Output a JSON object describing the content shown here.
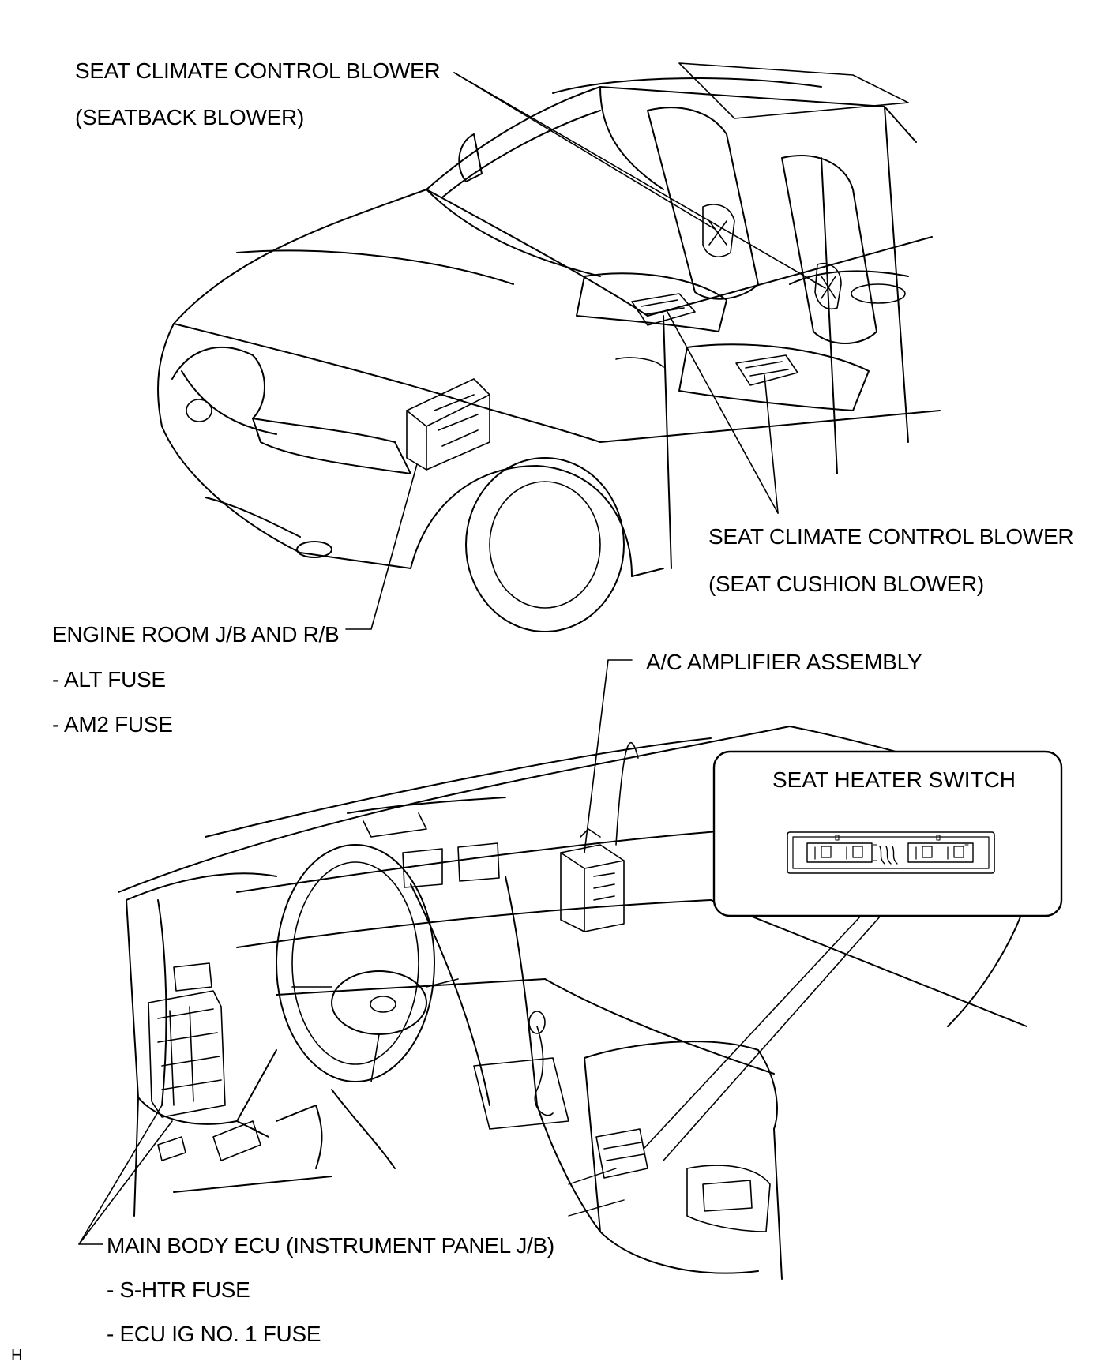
{
  "labels": {
    "seatback_blower_line1": "SEAT CLIMATE CONTROL BLOWER",
    "seatback_blower_line2": "(SEATBACK BLOWER)",
    "cushion_blower_line1": "SEAT CLIMATE CONTROL BLOWER",
    "cushion_blower_line2": "(SEAT CUSHION BLOWER)",
    "engine_room_jb": "ENGINE ROOM J/B AND R/B",
    "alt_fuse": "- ALT FUSE",
    "am2_fuse": "- AM2 FUSE",
    "ac_amplifier": "A/C AMPLIFIER ASSEMBLY",
    "seat_heater_switch": "SEAT HEATER SWITCH",
    "main_body_ecu": "MAIN BODY ECU (INSTRUMENT PANEL J/B)",
    "shtr_fuse": "- S-HTR FUSE",
    "ecu_ig_fuse": "- ECU IG NO. 1 FUSE"
  },
  "figure_code": "H",
  "colors": {
    "line": "#000000",
    "background": "#ffffff"
  }
}
